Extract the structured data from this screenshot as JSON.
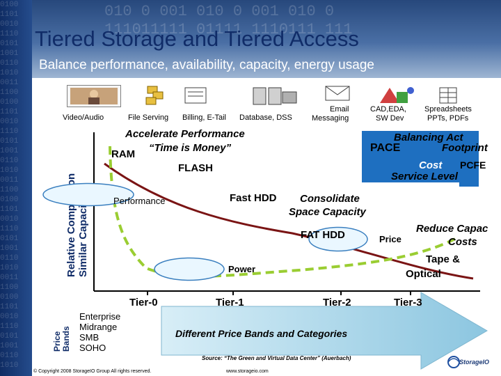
{
  "slide": {
    "title": "Tiered Storage and Tiered Access",
    "subtitle": "Balance performance, availability, capacity, energy usage"
  },
  "usage_types": [
    {
      "label": "Video/Audio"
    },
    {
      "label": "File Serving"
    },
    {
      "label": "Billing, E-Tail"
    },
    {
      "label": "Database, DSS"
    },
    {
      "label": "Email Messaging",
      "line1": "Email",
      "line2": "Messaging"
    },
    {
      "label": "CAD,EDA, SW Dev",
      "line1": "CAD,EDA,",
      "line2": "SW Dev"
    },
    {
      "label": "Spreadsheets PPTs, PDFs",
      "line1": "Spreadsheets",
      "line2": "PPTs, PDFs"
    }
  ],
  "axis": {
    "y_label_line1": "Relative Comparison",
    "y_label_line2": "Similar Capacities",
    "bands_label_line1": "Price",
    "bands_label_line2": "Bands"
  },
  "annotations": {
    "accelerate": "Accelerate Performance",
    "time_is_money": "“Time is Money”",
    "ram": "RAM",
    "flash": "FLASH",
    "performance": "Performance",
    "fast_hdd": "Fast HDD",
    "consolidate_line1": "Consolidate",
    "consolidate_line2": "Space Capacity",
    "fat_hdd": "FAT HDD",
    "power": "Power",
    "price": "Price",
    "balancing_act": "Balancing Act",
    "pace": "PACE",
    "footprint": "Footprint",
    "cost": "Cost",
    "pcfe": "PCFE",
    "service_level": "Service Level",
    "reduce_line1": "Reduce Capac",
    "reduce_line2": "Costs",
    "tape_line1": "Tape &",
    "tape_line2": "Optical"
  },
  "tiers": [
    "Tier-0",
    "Tier-1",
    "Tier-2",
    "Tier-3"
  ],
  "price_bands": [
    "Enterprise",
    "Midrange",
    "SMB",
    "SOHO"
  ],
  "arrow_text": "Different Price Bands and Categories",
  "source": "Source: “The Green and Virtual Data Center” (Auerbach)",
  "copyright": "© Copyright 2008 StorageIO Group All rights reserved.",
  "website": "www.storageio.com",
  "logo_text": "StorageIO",
  "colors": {
    "title": "#102c68",
    "banner": "#27487c",
    "curve_price": "#7a1414",
    "curve_power": "#9acd32",
    "arrow": "#9fd0e6",
    "balance_box": "#1e6fc0"
  }
}
